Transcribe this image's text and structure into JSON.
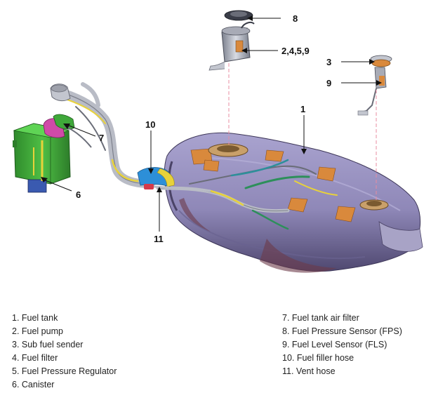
{
  "callouts": [
    "8",
    "2,4,5,9",
    "3",
    "9",
    "1",
    "10",
    "7",
    "6",
    "11"
  ],
  "legend_left": [
    "1. Fuel tank",
    "2. Fuel pump",
    "3. Sub fuel sender",
    "4. Fuel filter",
    "5. Fuel Pressure Regulator",
    "6. Canister"
  ],
  "legend_right": [
    "7. Fuel tank air filter",
    "8. Fuel Pressure Sensor (FPS)",
    "9. Fuel Level Sensor (FLS)",
    "10. Fuel filler hose",
    "11. Vent hose"
  ],
  "colors": {
    "tank": "#8f88b8",
    "tank_dark": "#5a527a",
    "canister": "#3fa83a",
    "pad": "#d9893c",
    "hose_gray": "#b9bcc6",
    "hose_blue": "#2d8fd8",
    "hose_yellow": "#e8d23a"
  }
}
